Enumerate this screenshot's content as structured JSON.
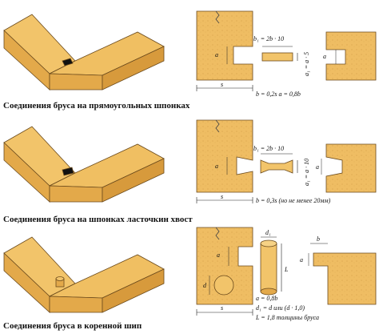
{
  "figures": [
    {
      "caption": "Соединения бруса на прямоугольных шпонках",
      "labels": {
        "b1": "b₁ = 2b · 10",
        "a1": "a₁ = a · 5",
        "a_left": "a",
        "a_right": "a",
        "s": "s",
        "formula": "b = 0,2s  a = 0,8b"
      }
    },
    {
      "caption": "Соединения бруса на шпонках ласточкин хвост",
      "labels": {
        "b1": "b₁ = 2b · 10",
        "a1": "a₁ = a · 10",
        "a_left": "a",
        "a_right": "a",
        "s": "s",
        "formula": "b = 0,3s (но не менее 20мм)"
      }
    },
    {
      "caption": "Соединения бруса в коренной шип",
      "labels": {
        "d1": "d₁",
        "d": "d",
        "a_left": "a",
        "a_right": "a",
        "b": "b",
        "L": "L",
        "s": "s",
        "formula1": "a = 0,8b",
        "formula2": "d₁ = d или (d · 1,0)",
        "formula3": "L = 1,8 толщины бруса"
      }
    }
  ],
  "colors": {
    "wood_light": "#f2c46a",
    "wood_mid": "#e3a94a",
    "wood_dark": "#c98a2e",
    "outline": "#6b4a1c"
  }
}
